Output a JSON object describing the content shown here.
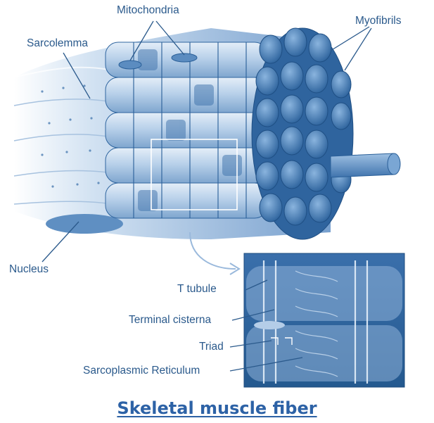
{
  "labels": {
    "mitochondria": "Mitochondria",
    "sarcolemma": "Sarcolemma",
    "myofibrils": "Myofibrils",
    "nucleus": "Nucleus",
    "t_tubule": "T tubule",
    "terminal_cisterna": "Terminal cisterna",
    "triad": "Triad",
    "sarcoplasmic_reticulum": "Sarcoplasmic Reticulum"
  },
  "title": "Skeletal muscle fiber",
  "colors": {
    "label_text": "#2b5a8c",
    "title_text": "#2d62a6",
    "fiber_dark": "#24598f",
    "fiber_mid": "#4f82b8",
    "fiber_light": "#b8d0e8",
    "leader_line": "#2b5a8c"
  }
}
